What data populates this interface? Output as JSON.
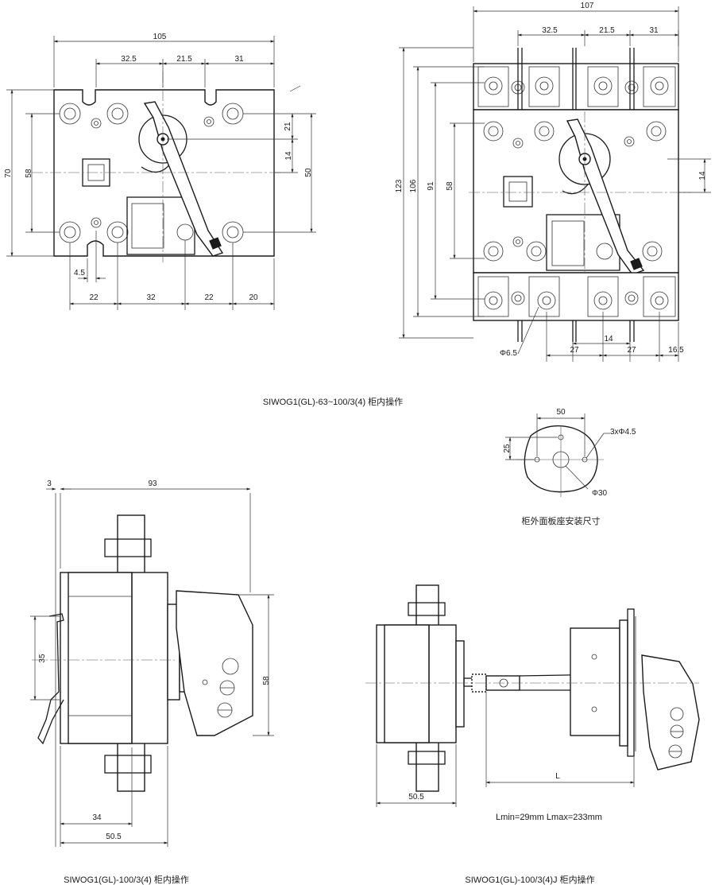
{
  "view_front_small": {
    "dims": {
      "overall_width": "105",
      "s1": "32.5",
      "s2": "21.5",
      "s3": "31",
      "height": "70",
      "pitch": "58",
      "d21": "21",
      "d14": "14",
      "d50": "50",
      "slot": "4.5",
      "b1": "22",
      "b2": "32",
      "b3": "22",
      "b4": "20"
    }
  },
  "view_front_large": {
    "dims": {
      "overall_width": "107",
      "s1": "32.5",
      "s2": "21.5",
      "s3": "31",
      "h123": "123",
      "h106": "106",
      "h91": "91",
      "h58": "58",
      "d14r": "14",
      "hole": "Φ6.5",
      "b27a": "27",
      "b14": "14",
      "b27b": "27",
      "b165": "16.5"
    }
  },
  "caption_top": "SIWOG1(GL)-63~100/3(4)  柜内操作",
  "panel_cutout": {
    "d50": "50",
    "d25": "25",
    "holes": "3xΦ4.5",
    "center": "Φ30",
    "caption": "柜外面板座安装尺寸"
  },
  "view_side_left": {
    "dims": {
      "d3": "3",
      "d93": "93",
      "d35": "35",
      "d58": "58",
      "d34": "34",
      "d505": "50.5"
    },
    "caption": "SIWOG1(GL)-100/3(4)  柜内操作"
  },
  "view_side_right": {
    "dims": {
      "d505": "50.5",
      "L": "L"
    },
    "note": "Lmin=29mm Lmax=233mm",
    "caption": "SIWOG1(GL)-100/3(4)J  柜内操作"
  }
}
